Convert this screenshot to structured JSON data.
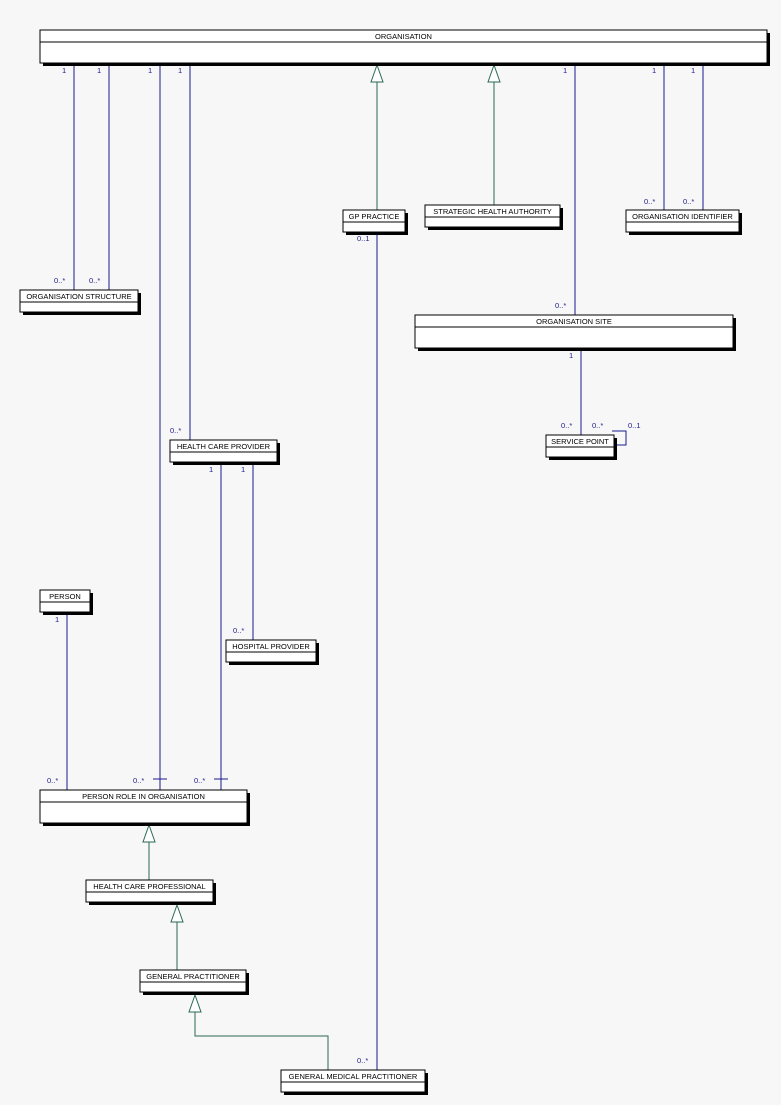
{
  "classes": {
    "organisation": "ORGANISATION",
    "gp_practice": "GP PRACTICE",
    "strategic_health_authority": "STRATEGIC HEALTH AUTHORITY",
    "organisation_identifier": "ORGANISATION IDENTIFIER",
    "organisation_structure": "ORGANISATION STRUCTURE",
    "organisation_site": "ORGANISATION SITE",
    "health_care_provider": "HEALTH CARE PROVIDER",
    "service_point": "SERVICE POINT",
    "person": "PERSON",
    "hospital_provider": "HOSPITAL PROVIDER",
    "person_role_in_organisation": "PERSON ROLE IN ORGANISATION",
    "health_care_professional": "HEALTH CARE PROFESSIONAL",
    "general_practitioner": "GENERAL PRACTITIONER",
    "general_medical_practitioner": "GENERAL MEDICAL PRACTITIONER"
  },
  "multiplicities": {
    "org_struct_a_one": "1",
    "org_struct_b_one": "1",
    "org_prio_one": "1",
    "org_hcp_one": "1",
    "org_site_one": "1",
    "org_ident_a_one": "1",
    "org_ident_b_one": "1",
    "org_struct_a_many": "0..*",
    "org_struct_b_many": "0..*",
    "org_ident_a_many": "0..*",
    "org_ident_b_many": "0..*",
    "gp_practice_opt": "0..1",
    "org_site_many": "0..*",
    "site_sp_one": "1",
    "site_sp_many": "0..*",
    "sp_self_many": "0..*",
    "sp_self_opt": "0..1",
    "hcp_many": "0..*",
    "hcp_prio_one": "1",
    "hcp_hosp_one": "1",
    "hosp_many": "0..*",
    "person_one": "1",
    "prio_person_many": "0..*",
    "prio_org_many": "0..*",
    "prio_hcp_many": "0..*",
    "gmp_many": "0..*"
  }
}
